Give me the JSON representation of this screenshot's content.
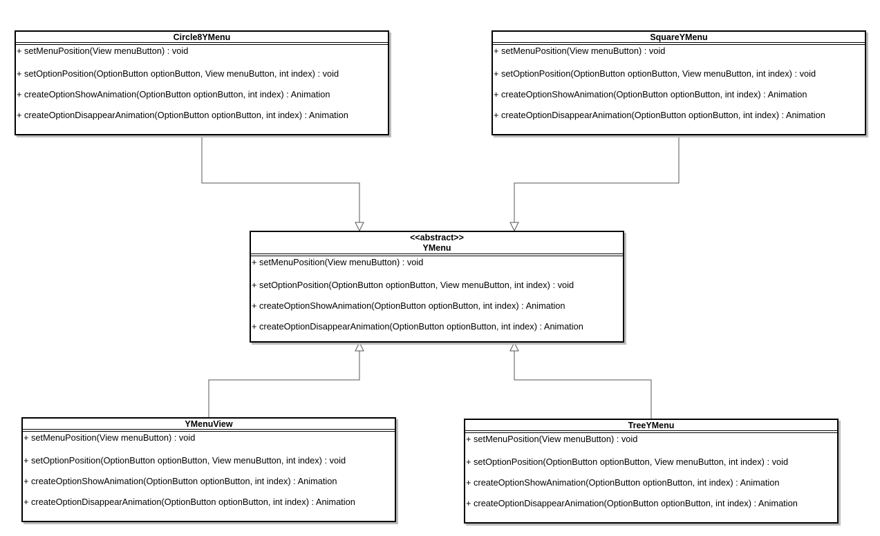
{
  "diagram": {
    "classes": [
      {
        "id": "circle8ymenu",
        "stereotype": "",
        "name": "Circle8YMenu",
        "methods": [
          "+ setMenuPosition(View menuButton) : void",
          "+ setOptionPosition(OptionButton optionButton, View menuButton, int index) : void",
          "+ createOptionShowAnimation(OptionButton optionButton, int index) : Animation",
          "+ createOptionDisappearAnimation(OptionButton optionButton, int index) : Animation"
        ]
      },
      {
        "id": "squareymenu",
        "stereotype": "",
        "name": "SquareYMenu",
        "methods": [
          "+ setMenuPosition(View menuButton) : void",
          "+ setOptionPosition(OptionButton optionButton, View menuButton, int index) : void",
          "+ createOptionShowAnimation(OptionButton optionButton, int index) : Animation",
          "+ createOptionDisappearAnimation(OptionButton optionButton, int index) : Animation"
        ]
      },
      {
        "id": "ymenu",
        "stereotype": "<<abstract>>",
        "name": "YMenu",
        "methods": [
          "+ setMenuPosition(View menuButton) : void",
          "+ setOptionPosition(OptionButton optionButton, View menuButton, int index) : void",
          "+ createOptionShowAnimation(OptionButton optionButton, int index) : Animation",
          "+ createOptionDisappearAnimation(OptionButton optionButton, int index) : Animation"
        ]
      },
      {
        "id": "ymenuview",
        "stereotype": "",
        "name": "YMenuView",
        "methods": [
          "+ setMenuPosition(View menuButton) : void",
          "+ setOptionPosition(OptionButton optionButton, View menuButton, int index) : void",
          "+ createOptionShowAnimation(OptionButton optionButton, int index) : Animation",
          "+ createOptionDisappearAnimation(OptionButton optionButton, int index) : Animation"
        ]
      },
      {
        "id": "treeymenu",
        "stereotype": "",
        "name": "TreeYMenu",
        "methods": [
          "+ setMenuPosition(View menuButton) : void",
          "+ setOptionPosition(OptionButton optionButton, View menuButton, int index) : void",
          "+ createOptionShowAnimation(OptionButton optionButton, int index) : Animation",
          "+ createOptionDisappearAnimation(OptionButton optionButton, int index) : Animation"
        ]
      }
    ],
    "relations": [
      {
        "from": "circle8ymenu",
        "to": "ymenu",
        "type": "generalization"
      },
      {
        "from": "squareymenu",
        "to": "ymenu",
        "type": "generalization"
      },
      {
        "from": "ymenuview",
        "to": "ymenu",
        "type": "generalization"
      },
      {
        "from": "treeymenu",
        "to": "ymenu",
        "type": "generalization"
      }
    ],
    "colors": {
      "line": "#000000",
      "box_border": "#000000",
      "box_fill": "#ffffff",
      "shadow": "#bdbdbd"
    }
  }
}
